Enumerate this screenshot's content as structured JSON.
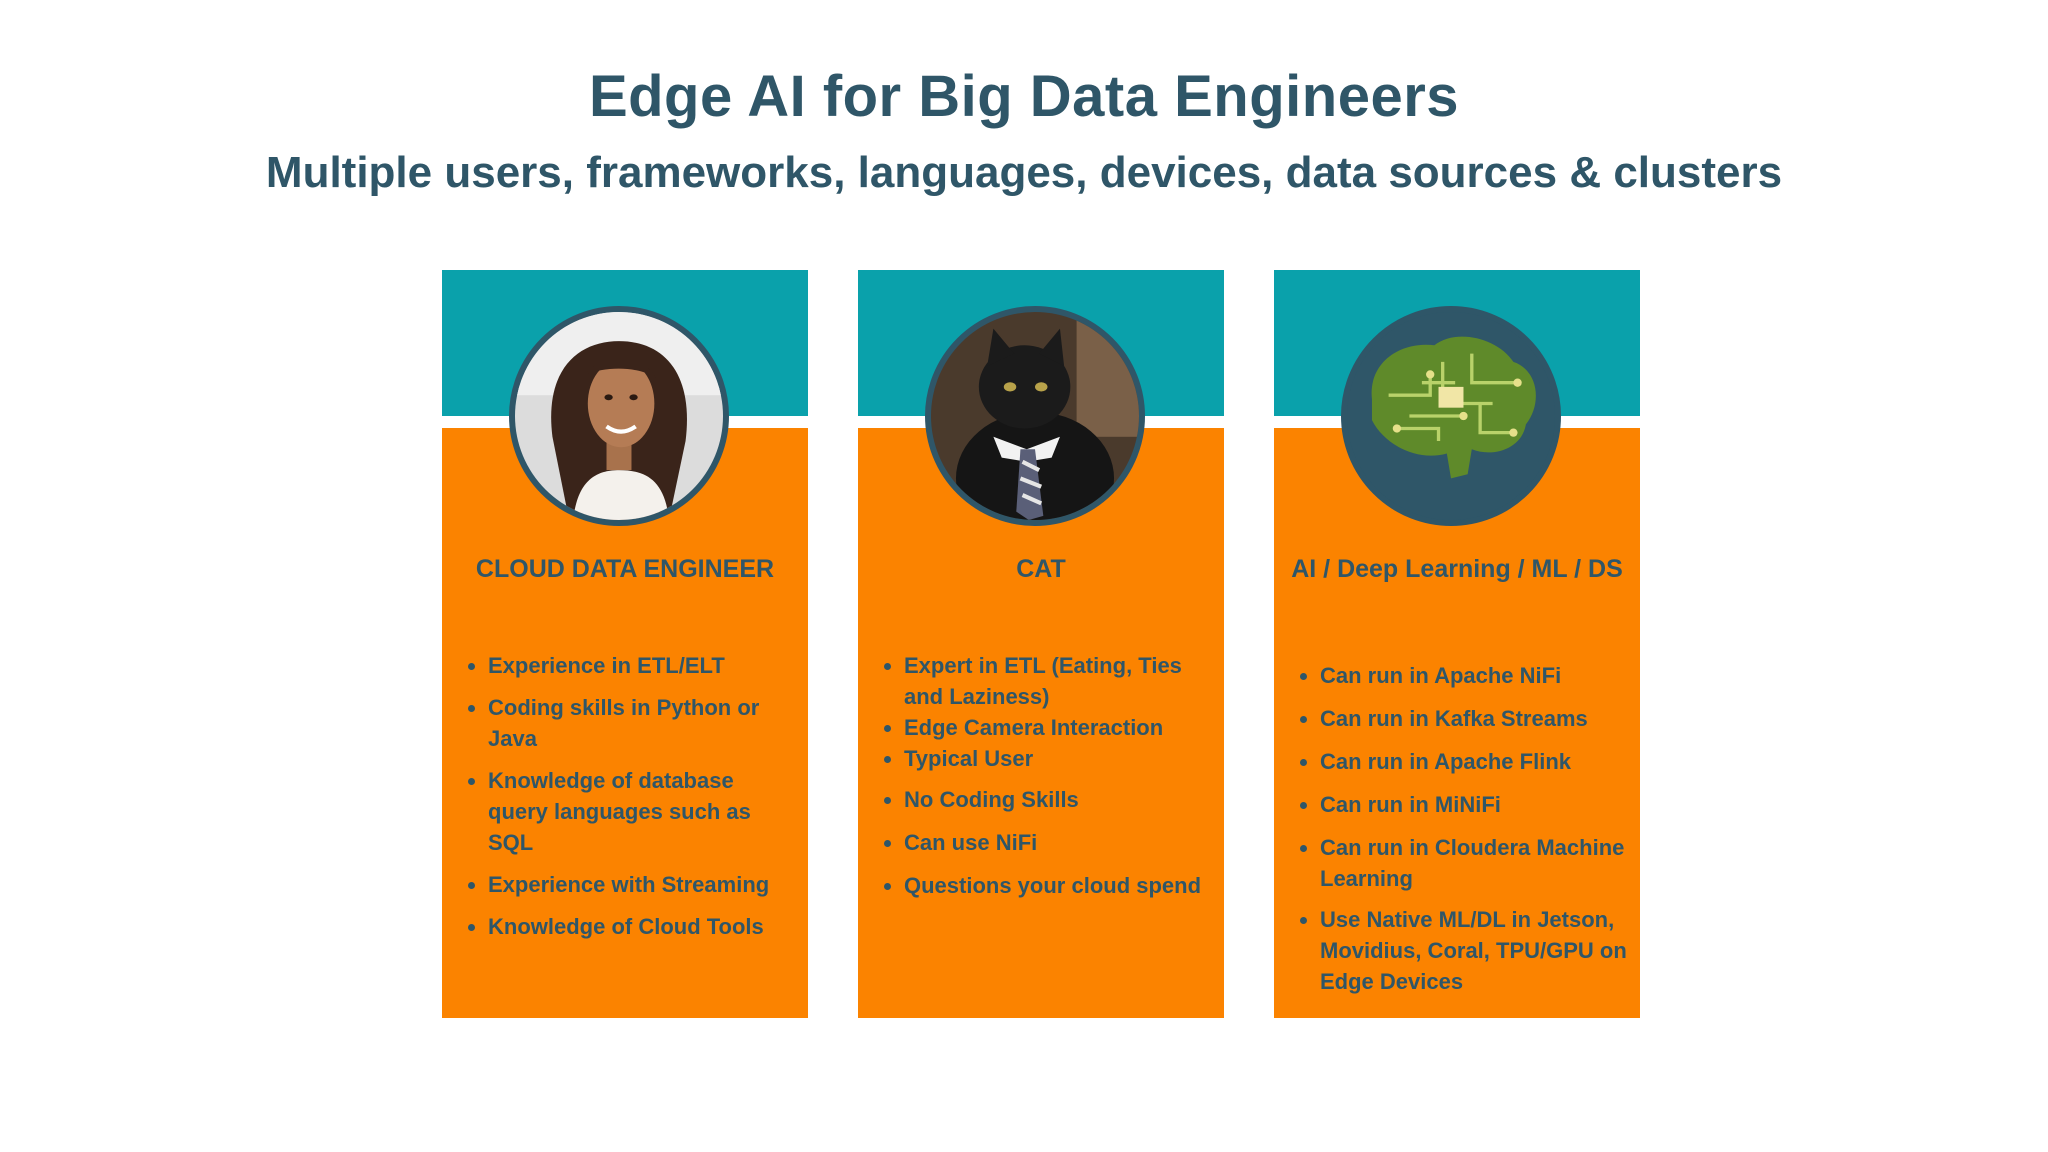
{
  "title": "Edge AI for Big Data Engineers",
  "subtitle": "Multiple users, frameworks, languages, devices, data sources & clusters",
  "colors": {
    "heading": "#2f5668",
    "band": "#0aa1ab",
    "card_body": "#fb8300"
  },
  "cards": [
    {
      "role": "CLOUD DATA ENGINEER",
      "image": "woman-portrait",
      "bullets": [
        "Experience in ETL/ELT",
        "Coding skills in Python or Java",
        "Knowledge of database query languages such as SQL",
        "Experience with Streaming",
        "Knowledge of Cloud Tools"
      ]
    },
    {
      "role": "CAT",
      "image": "cat-in-tie",
      "bullets": [
        "Expert in ETL (Eating, Ties and Laziness)",
        "Edge Camera Interaction",
        "Typical User",
        "No Coding Skills",
        "Can use NiFi",
        "Questions your cloud spend"
      ]
    },
    {
      "role": "AI / Deep Learning / ML / DS",
      "image": "circuit-brain",
      "bullets": [
        "Can run in Apache NiFi",
        "Can run in Kafka Streams",
        "Can run in Apache Flink",
        "Can run in MiNiFi",
        "Can run in Cloudera Machine Learning",
        "Use Native ML/DL in Jetson, Movidius, Coral, TPU/GPU on Edge Devices"
      ]
    }
  ]
}
